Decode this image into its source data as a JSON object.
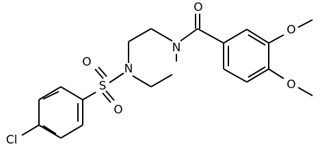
{
  "structure": {
    "atoms": {
      "carbonyl_oxygen": "O",
      "amide_nitrogen": "N",
      "sulfonyl_nitrogen": "N",
      "sulfur": "S",
      "sulfonyl_oxygen_upper": "O",
      "sulfonyl_oxygen_lower": "O",
      "methoxy_oxygen_3": "O",
      "methoxy_oxygen_4": "O",
      "chlorine": "Cl"
    }
  }
}
